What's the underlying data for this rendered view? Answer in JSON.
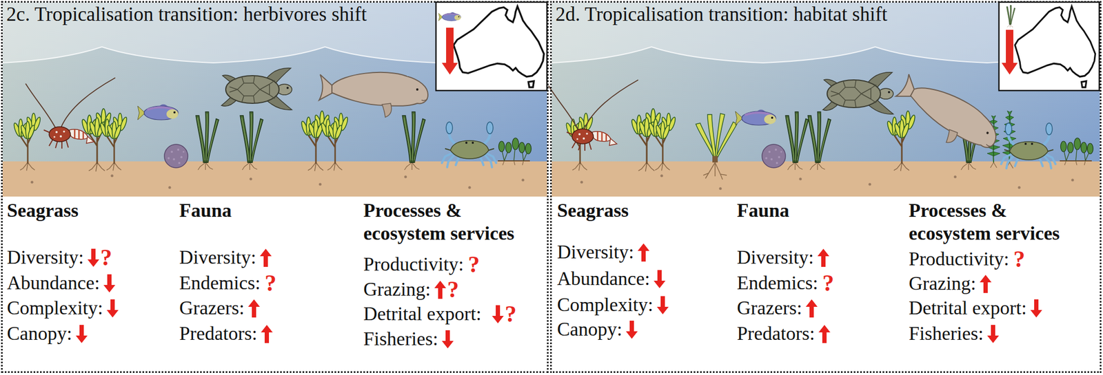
{
  "diagram": {
    "nodes": [
      {
        "text": [
          "2c. Tropicalisation transition: herbivores shift"
        ]
      },
      {
        "text": [
          "2d. Tropicalisation transition: habitat shift"
        ]
      }
    ],
    "labels": [
      "Seagrass",
      "Diversity:",
      "?",
      "Abundance:",
      "Complexity:",
      "Canopy:",
      "Fauna",
      "Diversity:",
      "Endemics:",
      "?",
      "Grazers:",
      "Predators:",
      "Processes & ecosystem services",
      "Productivity:",
      "?",
      "Grazing:",
      "?",
      "Detrital export:",
      "?",
      "Fisheries:",
      "Seagrass",
      "Diversity:",
      "Abundance:",
      "Complexity:",
      "Canopy:",
      "Fauna",
      "Diversity:",
      "Endemics:",
      "?",
      "Grazers:",
      "Predators:",
      "Processes & ecosystem services",
      "Productivity:",
      "?",
      "Grazing:",
      "Detrital export:",
      "Fisheries:"
    ]
  }
}
